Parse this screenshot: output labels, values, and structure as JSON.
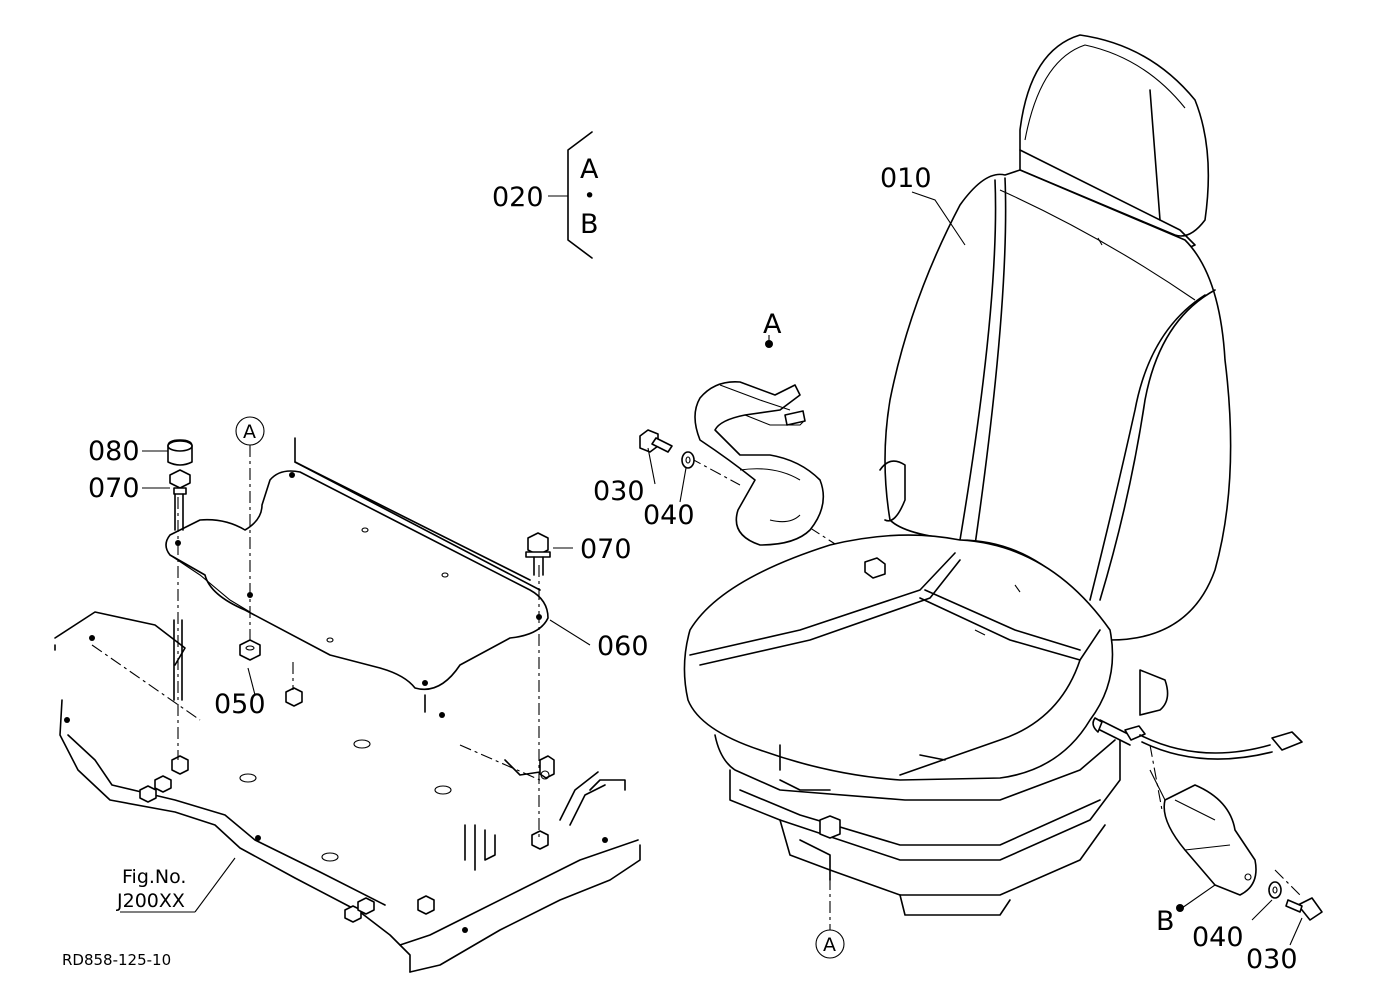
{
  "labels": {
    "seat": "010",
    "group": "020",
    "group_a": "A",
    "group_dot": "•",
    "group_b": "B",
    "bolt_top": "030",
    "washer_top": "040",
    "bolt_bottom": "030",
    "washer_bottom": "040",
    "nut": "050",
    "plate": "060",
    "bolt_right": "070",
    "bolt_left": "070",
    "cap": "080",
    "belt_a": "A",
    "belt_b": "B",
    "circle_a_top": "A",
    "circle_a_bottom": "A",
    "fig_ref_line1": "Fig.No.",
    "fig_ref_line2": "J200XX",
    "drawing_code": "RD858-125-10"
  }
}
